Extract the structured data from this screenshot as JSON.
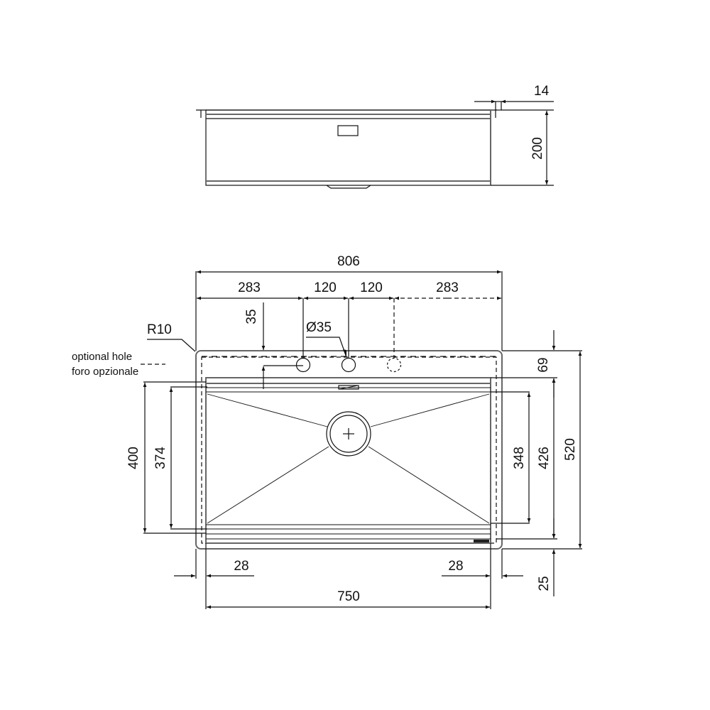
{
  "drawing": {
    "title": "Sink technical drawing",
    "views": [
      "side-view",
      "top-view"
    ]
  },
  "side_view": {
    "dims": {
      "flange": "14",
      "depth": "200"
    }
  },
  "top_view": {
    "dims": {
      "overall_width": "806",
      "left_offset": "283",
      "hole_spacing_1": "120",
      "hole_spacing_2": "120",
      "right_offset": "283",
      "hole_inset": "35",
      "hole_diameter": "Ø35",
      "corner_radius": "R10",
      "top_rim": "69",
      "bowl_depth_outer": "400",
      "bowl_depth_inner": "374",
      "bowl_right_inner": "348",
      "bowl_right_outer": "426",
      "overall_depth": "520",
      "left_rim": "28",
      "right_rim": "28",
      "bottom_rim": "25",
      "bowl_width": "750"
    },
    "notes": {
      "optional_hole_en": "optional hole",
      "optional_hole_it": "foro opzionale"
    }
  }
}
